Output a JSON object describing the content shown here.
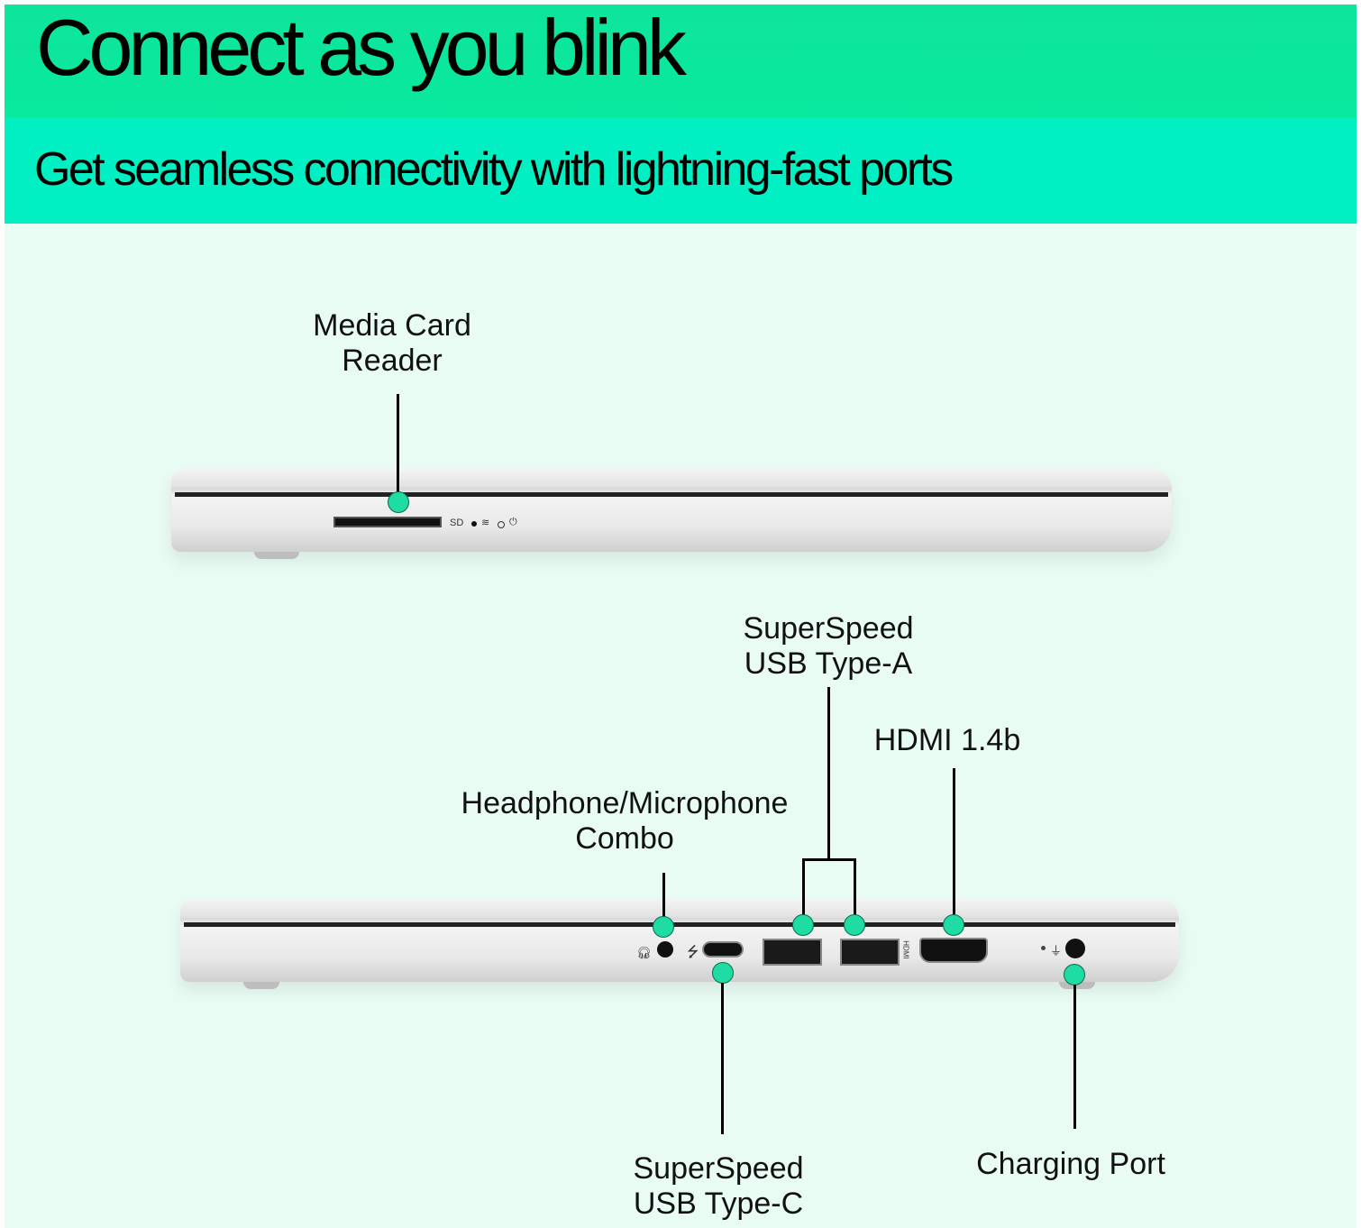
{
  "header": {
    "title": "Connect as you blink",
    "subtitle": "Get seamless connectivity with lightning-fast ports"
  },
  "colors": {
    "band_top": "#0fe49c",
    "band_bottom": "#00efc3",
    "background": "#e9fcf4",
    "callout_dot": "#1fdca4"
  },
  "callouts": {
    "media_card_reader": [
      "Media Card",
      "Reader"
    ],
    "superspeed_usb_a": [
      "SuperSpeed",
      "USB Type-A"
    ],
    "hdmi": "HDMI 1.4b",
    "headphone": [
      "Headphone/Microphone",
      "Combo"
    ],
    "superspeed_usb_c": [
      "SuperSpeed",
      "USB Type-C"
    ],
    "charging_port": "Charging Port"
  },
  "port_markings": {
    "sd": "SD",
    "hdmi": "HDMI"
  }
}
